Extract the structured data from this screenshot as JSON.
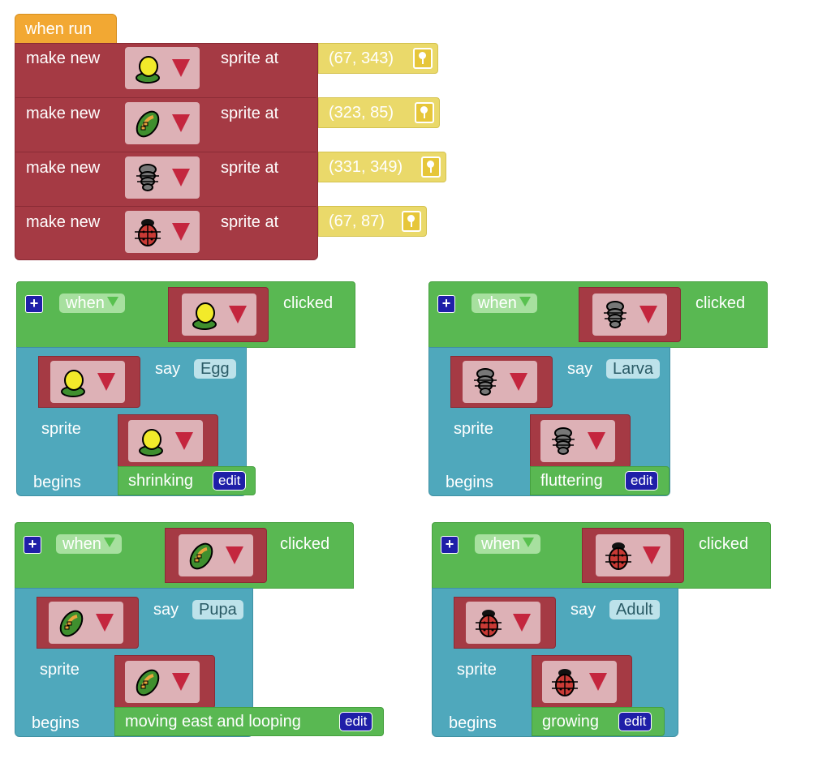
{
  "main_script": {
    "hat_label": "when run",
    "rows": [
      {
        "prefix": "make new",
        "sprite": "egg-sprite-icon",
        "suffix": "sprite at",
        "coord": "(67, 343)"
      },
      {
        "prefix": "make new",
        "sprite": "pupa-sprite-icon",
        "suffix": "sprite at",
        "coord": "(323, 85)"
      },
      {
        "prefix": "make new",
        "sprite": "larva-sprite-icon",
        "suffix": "sprite at",
        "coord": "(331, 349)"
      },
      {
        "prefix": "make new",
        "sprite": "ladybug-sprite-icon",
        "suffix": "sprite at",
        "coord": "(67, 87)"
      }
    ]
  },
  "event_blocks": [
    {
      "when": "when",
      "clicked": "clicked",
      "sprite": "egg-sprite-icon",
      "say": "say",
      "say_text": "Egg",
      "sprite_label": "sprite",
      "begins": "begins",
      "behavior": "shrinking",
      "edit": "edit"
    },
    {
      "when": "when",
      "clicked": "clicked",
      "sprite": "larva-sprite-icon",
      "say": "say",
      "say_text": "Larva",
      "sprite_label": "sprite",
      "begins": "begins",
      "behavior": "fluttering",
      "edit": "edit"
    },
    {
      "when": "when",
      "clicked": "clicked",
      "sprite": "pupa-sprite-icon",
      "say": "say",
      "say_text": "Pupa",
      "sprite_label": "sprite",
      "begins": "begins",
      "behavior": "moving east and looping",
      "edit": "edit"
    },
    {
      "when": "when",
      "clicked": "clicked",
      "sprite": "ladybug-sprite-icon",
      "say": "say",
      "say_text": "Adult",
      "sprite_label": "sprite",
      "begins": "begins",
      "behavior": "growing",
      "edit": "edit"
    }
  ],
  "colors": {
    "hat": "#F2A833",
    "sprite_block": "#A53A44",
    "event_block": "#59B852",
    "say_block": "#4FA8BC",
    "coord_block": "#EAD96A",
    "edit_button": "#1F1FA8"
  }
}
